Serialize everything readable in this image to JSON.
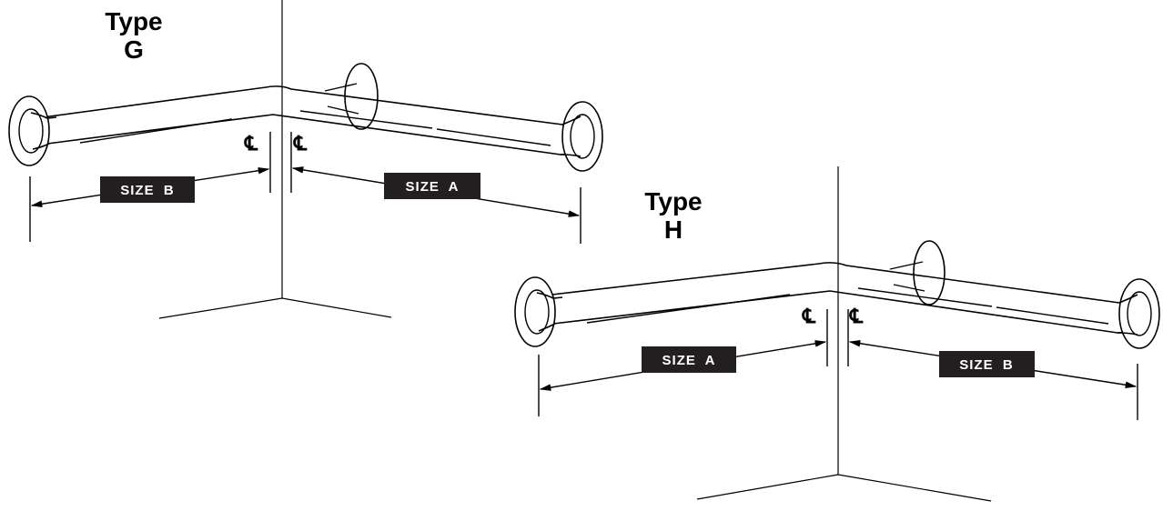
{
  "diagrams": [
    {
      "type_word": "Type",
      "type_letter": "G",
      "left_size_label": "SIZE  B",
      "right_size_label": "SIZE  A",
      "centerline_mark": "℄"
    },
    {
      "type_word": "Type",
      "type_letter": "H",
      "left_size_label": "SIZE  A",
      "right_size_label": "SIZE  B",
      "centerline_mark": "℄"
    }
  ]
}
